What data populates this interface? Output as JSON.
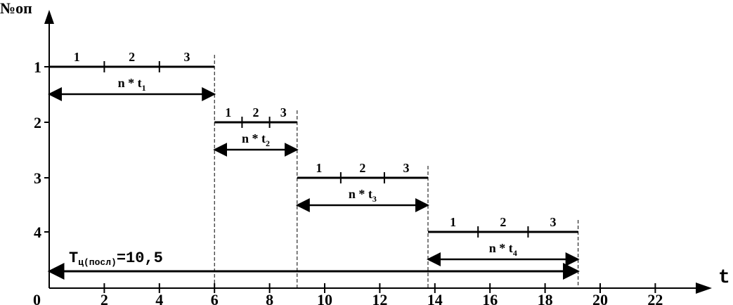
{
  "axes": {
    "y_title": "№оп",
    "x_title": "t",
    "origin_label": "0",
    "x_ticks": [
      {
        "value": 2,
        "label": "2"
      },
      {
        "value": 4,
        "label": "4"
      },
      {
        "value": 6,
        "label": "6"
      },
      {
        "value": 8,
        "label": "8"
      },
      {
        "value": 10,
        "label": "10"
      },
      {
        "value": 12,
        "label": "12"
      },
      {
        "value": 14,
        "label": "14"
      },
      {
        "value": 16,
        "label": "16"
      },
      {
        "value": 18,
        "label": "18"
      },
      {
        "value": 20,
        "label": "20"
      },
      {
        "value": 22,
        "label": "22"
      }
    ],
    "x_range": [
      0,
      24
    ],
    "y_levels": [
      "1",
      "2",
      "3",
      "4"
    ]
  },
  "operations": [
    {
      "row": 1,
      "start": 0,
      "end": 6,
      "parts": [
        "1",
        "2",
        "3"
      ],
      "span_label": "n * t",
      "span_sub": "1"
    },
    {
      "row": 2,
      "start": 6,
      "end": 9,
      "parts": [
        "1",
        "2",
        "3"
      ],
      "span_label": "n * t",
      "span_sub": "2"
    },
    {
      "row": 3,
      "start": 9,
      "end": 13.75,
      "parts": [
        "1",
        "2",
        "3"
      ],
      "span_label": "n * t",
      "span_sub": "3"
    },
    {
      "row": 4,
      "start": 13.75,
      "end": 19.2,
      "parts": [
        "1",
        "2",
        "3"
      ],
      "span_label": "n * t",
      "span_sub": "4"
    }
  ],
  "total": {
    "main": "T",
    "sub": "ц(посл)",
    "value_text": "=10,5",
    "start": 0,
    "end": 19.2
  }
}
